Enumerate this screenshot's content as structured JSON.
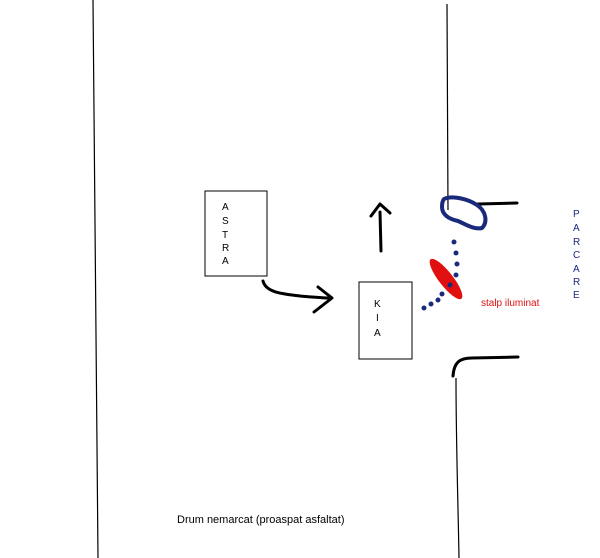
{
  "vehicles": {
    "astra": {
      "letters": [
        "A",
        "S",
        "T",
        "R",
        "A"
      ]
    },
    "kia": {
      "letters": [
        "K",
        "I",
        "A"
      ]
    }
  },
  "labels": {
    "parking": {
      "letters": [
        "P",
        "A",
        "R",
        "C",
        "A",
        "R",
        "E"
      ]
    },
    "lamp_post": "stalp iluminat",
    "road": "Drum nemarcat (proaspat asfaltat)"
  },
  "colors": {
    "line": "#000000",
    "dark_blue": "#1a2a7a",
    "red": "#e01010",
    "parking_text": "#1a2a7a"
  }
}
